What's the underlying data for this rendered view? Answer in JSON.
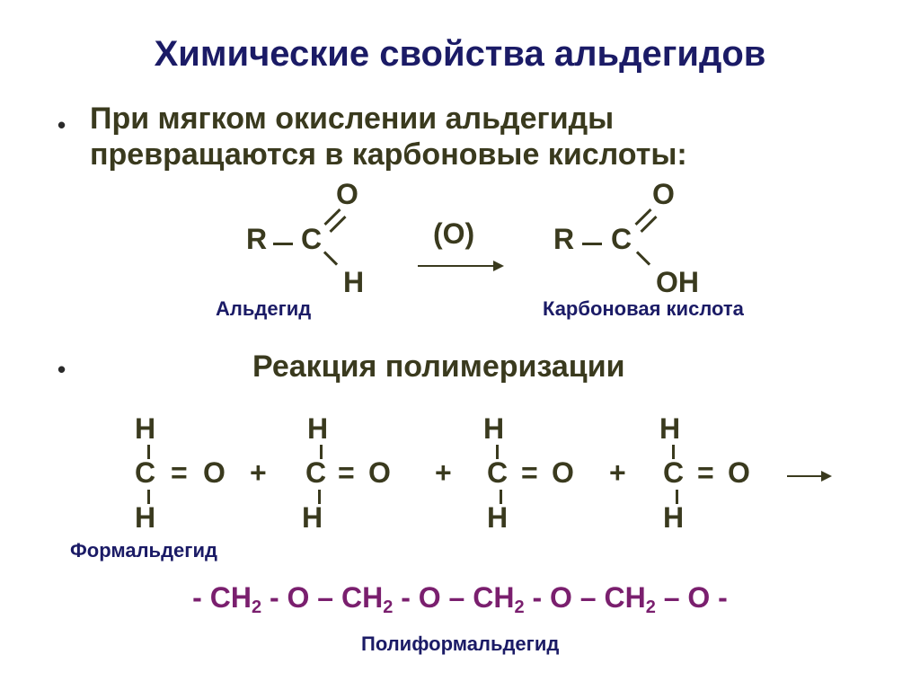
{
  "title": "Химические свойства альдегидов",
  "point1": {
    "bullet": "•",
    "line1": "При мягком окислении альдегиды",
    "line2": "превращаются в карбоновые кислоты:"
  },
  "oxidation": {
    "aldehyde": {
      "o": "O",
      "r": "R",
      "c": "C",
      "h": "H",
      "caption": "Альдегид"
    },
    "reagent": "(O)",
    "acid": {
      "o": "O",
      "r": "R",
      "c": "C",
      "oh": "OH",
      "caption": "Карбоновая кислота"
    }
  },
  "point2": {
    "bullet": "•",
    "text": "Реакция полимеризации"
  },
  "polymerization": {
    "monomer": {
      "h_top": "H",
      "c": "C",
      "eq": "=",
      "o": "O",
      "h_bottom": "H"
    },
    "plus": "+",
    "monomer_caption": "Формальдегид",
    "polymer": {
      "segments": [
        "- CH",
        "2",
        " - O – CH",
        "2",
        " - O – CH",
        "2",
        " - O – CH",
        "2",
        " – O -"
      ]
    },
    "polymer_caption": "Полиформальдегид"
  }
}
